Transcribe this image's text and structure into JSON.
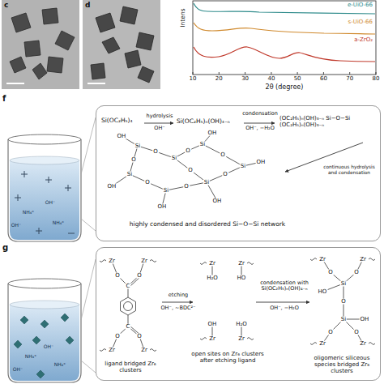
{
  "diagram": {
    "nodes": [
      {
        "text": [
          "Si(OC₂H₅)₄",
          "hydrolysis",
          "OH⁻",
          "Si(OC₂H₅)ₙ(OH)₄₋ₙ",
          "condensation",
          "OH⁻, −H₂O",
          "(OC₂H₅)ₙ(OH)₃₋ₙ Si−O−Si (OC₂H₅)ₙ(OH)₃₋ₙ",
          "continuous hydrolysis and condensation",
          "highly condensed and disordered Si−O−Si network"
        ]
      },
      {
        "text": [
          "etching",
          "OH⁻, ~BDC²⁻",
          "condensation with Si(OC₂H₅)ₙ(OH)₄₋ₙ",
          "OH⁻, −H₂O",
          "ligand bridged Zr₆ clusters",
          "open sites on Zr₆ clusters after etching ligand",
          "oligomeric siliceous species bridged Zr₆ clusters"
        ]
      }
    ],
    "labels": [
      "c",
      "d",
      "Intens",
      "e-UiO-66",
      "s-UiO-66",
      "a-ZrO₂",
      "10",
      "20",
      "30",
      "40",
      "50",
      "60",
      "70",
      "80",
      "2θ (degree)",
      "f",
      "g",
      "NH₄⁺",
      "OH⁻",
      "NH₄⁺",
      "OH⁻",
      "NH₄⁺",
      "OH⁻",
      "NH₄⁺",
      "OH⁻",
      "Si",
      "Si",
      "Si",
      "Si",
      "Si",
      "Si",
      "Si",
      "O",
      "O",
      "O",
      "O",
      "O",
      "O",
      "O",
      "O",
      "OH",
      "OH",
      "OH",
      "OH",
      "OH",
      "OH",
      "Zr",
      "Zr",
      "O",
      "O",
      "C",
      "C",
      "O",
      "O",
      "Zr",
      "Zr",
      "Zr",
      "Zr",
      "H₂O",
      "HO",
      "OH",
      "H₂O",
      "Zr",
      "Zr",
      "Zr",
      "Zr",
      "O",
      "O",
      "Si",
      "HO",
      "O",
      "Si",
      "OH",
      "O",
      "O",
      "Zr",
      "Zr"
    ]
  }
}
